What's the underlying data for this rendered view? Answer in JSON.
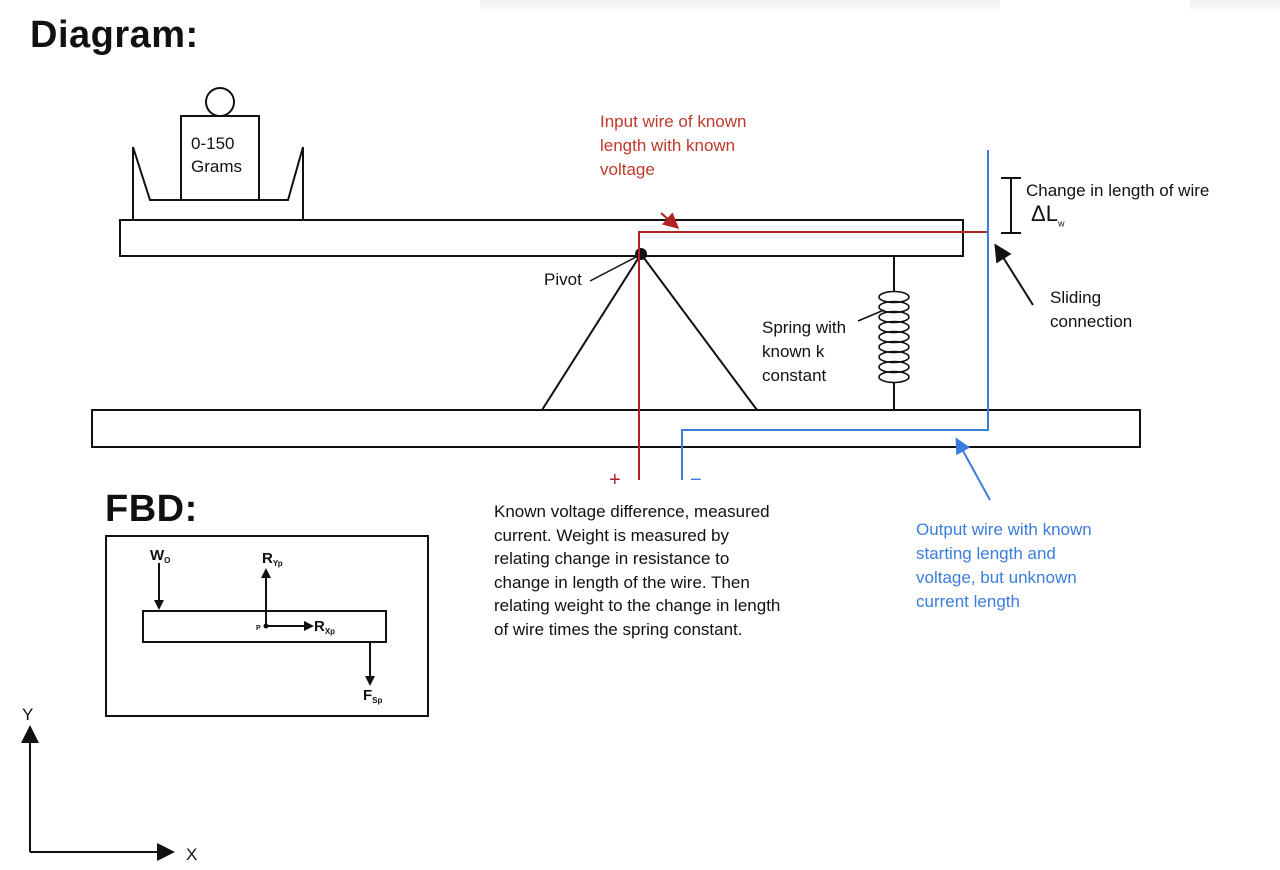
{
  "heading": "Diagram:",
  "fbd_heading": "FBD:",
  "weight_box": {
    "line1": "0-150",
    "line2": "Grams"
  },
  "pivot_label": "Pivot",
  "spring_label": "Spring with\nknown k\nconstant",
  "input_wire_label": "Input wire of known\nlength with known\nvoltage",
  "change_label": "Change in length of wire",
  "delta_symbol": "ΔL",
  "delta_sub": "w",
  "sliding_label": "Sliding\nconnection",
  "plus_sign": "+",
  "minus_sign": "−",
  "explanation": "Known voltage difference, measured\ncurrent. Weight is measured by\nrelating change in resistance to\nchange in length of the wire. Then\nrelating weight to the change in length\nof wire times the spring constant.",
  "output_wire_label": "Output wire with known\nstarting length and\nvoltage, but unknown\ncurrent length",
  "fbd": {
    "wo": "W",
    "wo_sub": "O",
    "ry": "R",
    "ry_sub": "Yp",
    "rx": "R",
    "rx_sub": "Xp",
    "fs": "F",
    "fs_sub": "Sp",
    "p": "P"
  },
  "axes": {
    "x": "X",
    "y": "Y"
  },
  "colors": {
    "input_wire": "#b22222",
    "output_wire": "#3b7ddd",
    "line": "#111111"
  }
}
